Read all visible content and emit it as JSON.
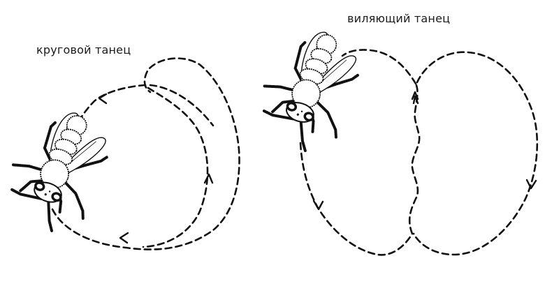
{
  "diagram": {
    "title_round": "круговой танец",
    "title_waggle": "виляющий танец",
    "colors": {
      "ink": "#111111",
      "background": "#ffffff"
    },
    "figures": [
      {
        "id": "round-dance",
        "label": "круговой танец",
        "elements": [
          "bee",
          "dashed-circular-path",
          "direction-arrows"
        ],
        "arrows": [
          {
            "direction": "left",
            "position": "top-left"
          },
          {
            "direction": "up",
            "position": "inner-right"
          },
          {
            "direction": "left",
            "position": "bottom"
          }
        ]
      },
      {
        "id": "waggle-dance",
        "label": "виляющий танец",
        "elements": [
          "bee",
          "dashed-figure-eight-path",
          "wavy-center-line",
          "direction-arrows"
        ],
        "arrows": [
          {
            "direction": "down",
            "position": "left-lobe"
          },
          {
            "direction": "up",
            "position": "center-top"
          },
          {
            "direction": "down",
            "position": "right-lobe"
          }
        ]
      }
    ]
  }
}
